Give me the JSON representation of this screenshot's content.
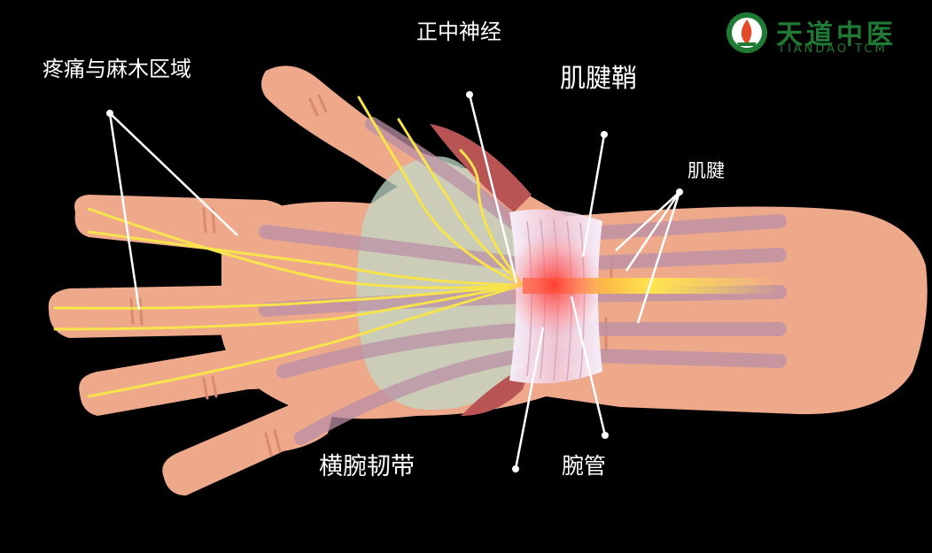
{
  "labels": {
    "median_nerve": "正中神经",
    "pain_numb_area": "疼痛与麻木区域",
    "tendon_sheath": "肌腱鞘",
    "tendon": "肌腱",
    "transverse_carpal_ligament": "横腕韧带",
    "carpal_tunnel": "腕管"
  },
  "logo": {
    "chinese": "天道中医",
    "english": "TIANDAO TCM"
  },
  "colors": {
    "background": "#000000",
    "skin": "#eea98a",
    "nerve": "#f7e34b",
    "muscle": "#b95454",
    "ligament": "#eef2ff",
    "palm_area": "#bfd9c8",
    "logo_green": "#1f7a34",
    "inflammation": "#ff3b30"
  }
}
